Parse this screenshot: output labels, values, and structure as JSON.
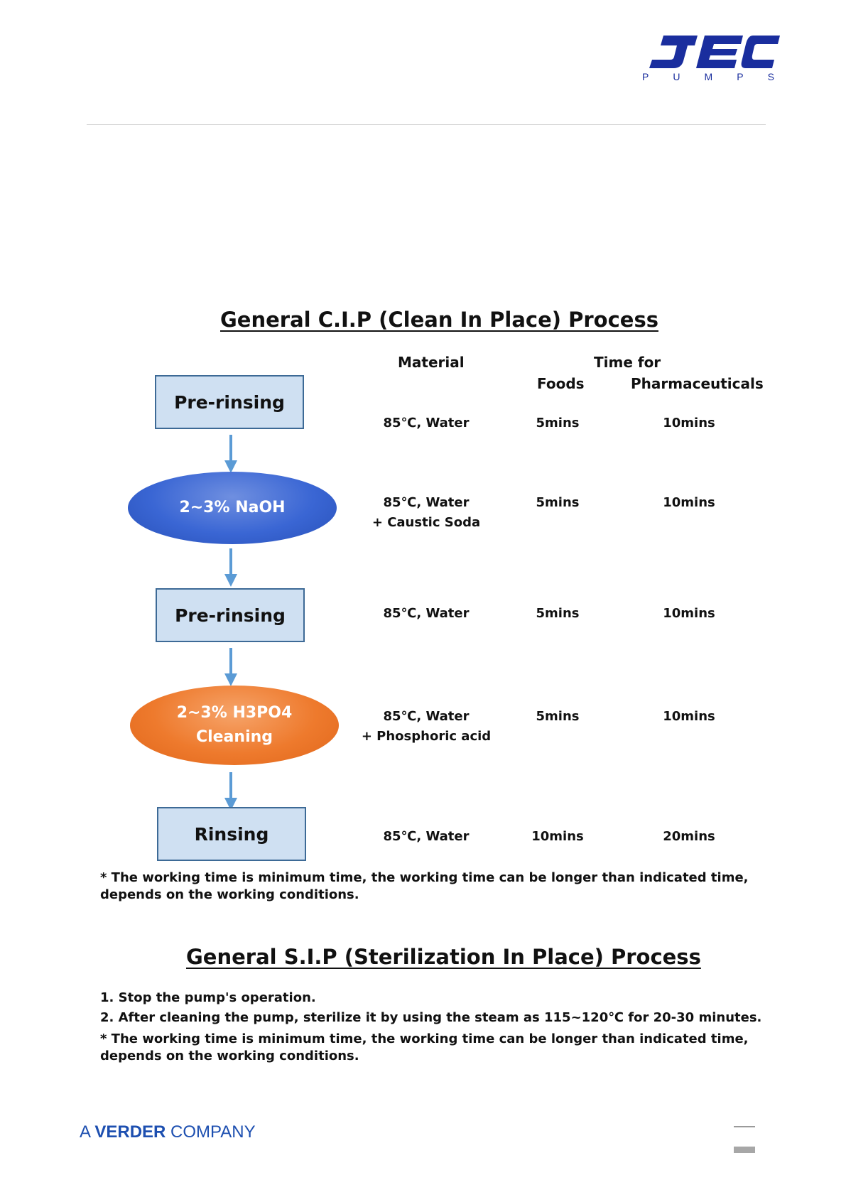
{
  "header": {
    "logo_main": "JEC",
    "logo_letters": [
      "P",
      "U",
      "M",
      "P",
      "S"
    ],
    "brand_color": "#1a2e9e"
  },
  "cip": {
    "title": "General C.I.P (Clean In Place) Process",
    "col_material": "Material",
    "col_time_for": "Time for",
    "col_foods": "Foods",
    "col_pharma": "Pharmaceuticals",
    "steps": [
      {
        "label": "Pre-rinsing",
        "shape": "rectangle",
        "material": [
          "85℃, Water"
        ],
        "foods": "5mins",
        "pharma": "10mins"
      },
      {
        "label": "2~3% NaOH",
        "shape": "oval-blue",
        "material": [
          "85℃, Water",
          "+ Caustic Soda"
        ],
        "foods": "5mins",
        "pharma": "10mins"
      },
      {
        "label": "Pre-rinsing",
        "shape": "rectangle",
        "material": [
          "85℃, Water"
        ],
        "foods": "5mins",
        "pharma": "10mins"
      },
      {
        "label": [
          "2~3% H3PO4",
          "Cleaning"
        ],
        "shape": "oval-orange",
        "material": [
          "85℃, Water",
          "+ Phosphoric acid"
        ],
        "foods": "5mins",
        "pharma": "10mins"
      },
      {
        "label": "Rinsing",
        "shape": "rectangle",
        "material": [
          "85℃, Water"
        ],
        "foods": "10mins",
        "pharma": "20mins"
      }
    ],
    "note": [
      "* The working time is minimum time, the working time can be longer than indicated time,",
      "depends on the working conditions."
    ]
  },
  "sip": {
    "title": "General S.I.P (Sterilization In Place) Process",
    "items": [
      "1. Stop the pump's operation.",
      "2. After cleaning the pump, sterilize it by using the steam as 115~120℃ for 20-30 minutes."
    ],
    "note": [
      "* The working time is minimum time, the working time can be longer than indicated time,",
      "depends on the working conditions."
    ]
  },
  "footer": {
    "brand_a": "A ",
    "brand_bold": "VERDER",
    "brand_rest": " COMPANY"
  },
  "colors": {
    "rect_fill": "#cfe0f2",
    "rect_border": "#3d6a96",
    "arrow": "#5b9bd5",
    "oval_blue": "#3a66d4",
    "oval_orange": "#ee7a2d",
    "footer_brand": "#1d4fb0"
  }
}
